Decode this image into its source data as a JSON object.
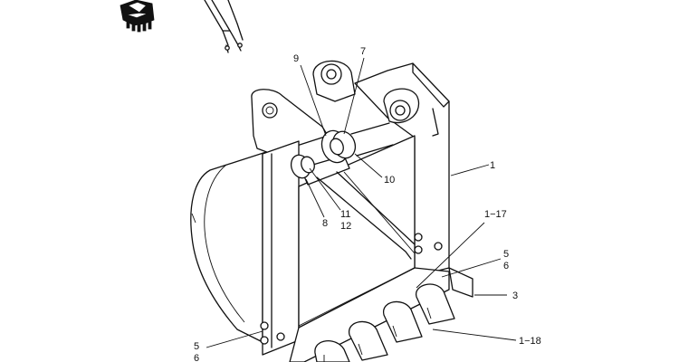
{
  "callouts": [
    {
      "id": "c9",
      "text": "9"
    },
    {
      "id": "c7",
      "text": "7"
    },
    {
      "id": "c1",
      "text": "1"
    },
    {
      "id": "c10",
      "text": "10"
    },
    {
      "id": "c11",
      "text": "11"
    },
    {
      "id": "c12",
      "text": "12"
    },
    {
      "id": "c8",
      "text": "8"
    },
    {
      "id": "c1-17",
      "text": "1−17"
    },
    {
      "id": "c5r",
      "text": "5"
    },
    {
      "id": "c6r",
      "text": "6"
    },
    {
      "id": "c3",
      "text": "3"
    },
    {
      "id": "c1-18",
      "text": "1−18"
    },
    {
      "id": "c5l",
      "text": "5"
    },
    {
      "id": "c6l",
      "text": "6"
    }
  ],
  "colors": {
    "line": "#111111",
    "background": "#ffffff"
  }
}
